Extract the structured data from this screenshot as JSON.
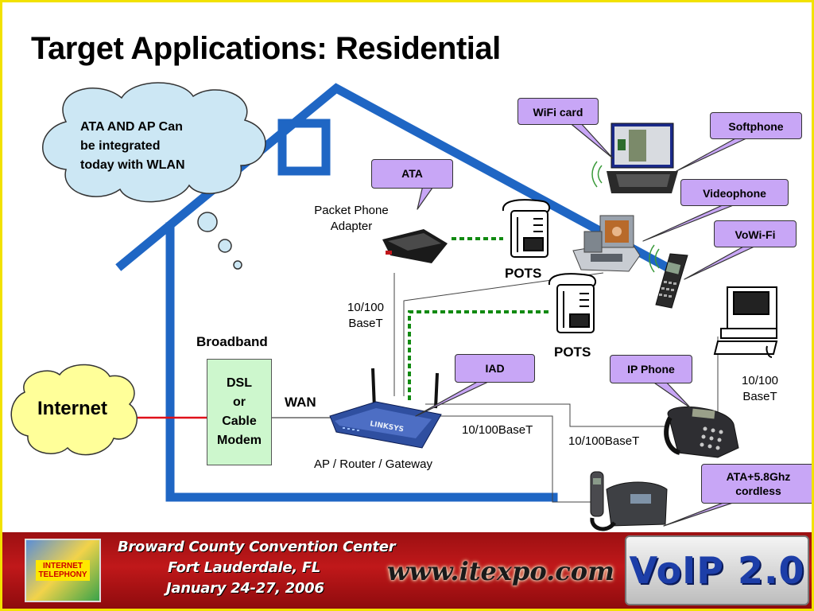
{
  "title": "Target Applications: Residential",
  "cloud": {
    "text_lines": [
      "ATA AND AP Can",
      "be integrated",
      "today with WLAN"
    ]
  },
  "internet": "Internet",
  "broadband": "Broadband",
  "modem": {
    "text": "DSL\nor\nCable\nModem"
  },
  "wan": "WAN",
  "router_label": "AP / Router / Gateway",
  "ata_label_lines": [
    "Packet Phone",
    "Adapter"
  ],
  "baset_left_lines": [
    "10/100",
    "BaseT"
  ],
  "baset_mid": "10/100BaseT",
  "baset_mid2": "10/100BaseT",
  "baset_right_lines": [
    "10/100",
    "BaseT"
  ],
  "pots_top": "POTS",
  "pots_bottom": "POTS",
  "callouts": {
    "wifi_card": "WiFi card",
    "softphone": "Softphone",
    "videophone": "Videophone",
    "vowifi": "VoWi-Fi",
    "ata": "ATA",
    "iad": "IAD",
    "ip_phone": "IP Phone",
    "ata_cordless_lines": [
      "ATA+5.8Ghz",
      "cordless"
    ]
  },
  "footer": {
    "line1": "Broward County Convention Center",
    "line2": "Fort Lauderdale, FL",
    "line3": "January 24-27, 2006",
    "url": "www.itexpo.com",
    "badge": "VoIP 2.0",
    "logo_lines": [
      "INTERNET",
      "TELEPHONY"
    ]
  },
  "colors": {
    "house": "#1f66c4",
    "cloud_fill": "#cce7f4",
    "internet_fill": "#ffff99",
    "callout_fill": "#c8a6f6",
    "modem_fill": "#cdf7cd",
    "wan_line": "#e0101a",
    "pots_line": "#118a11"
  }
}
